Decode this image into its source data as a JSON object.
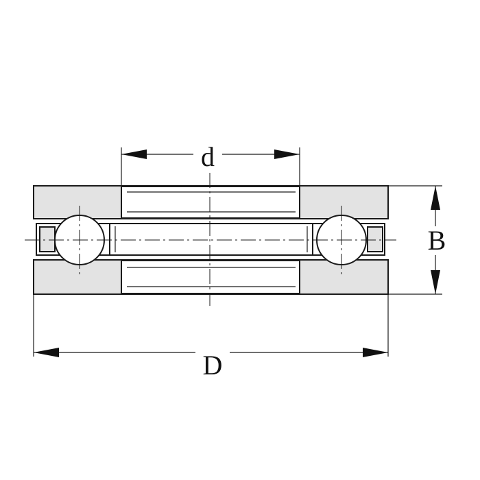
{
  "diagram": {
    "labels": {
      "bore": "d",
      "outer": "D",
      "height": "B"
    },
    "colors": {
      "washer_fill": "#e3e3e3",
      "line": "#1a1a1a",
      "background": "#ffffff"
    }
  }
}
